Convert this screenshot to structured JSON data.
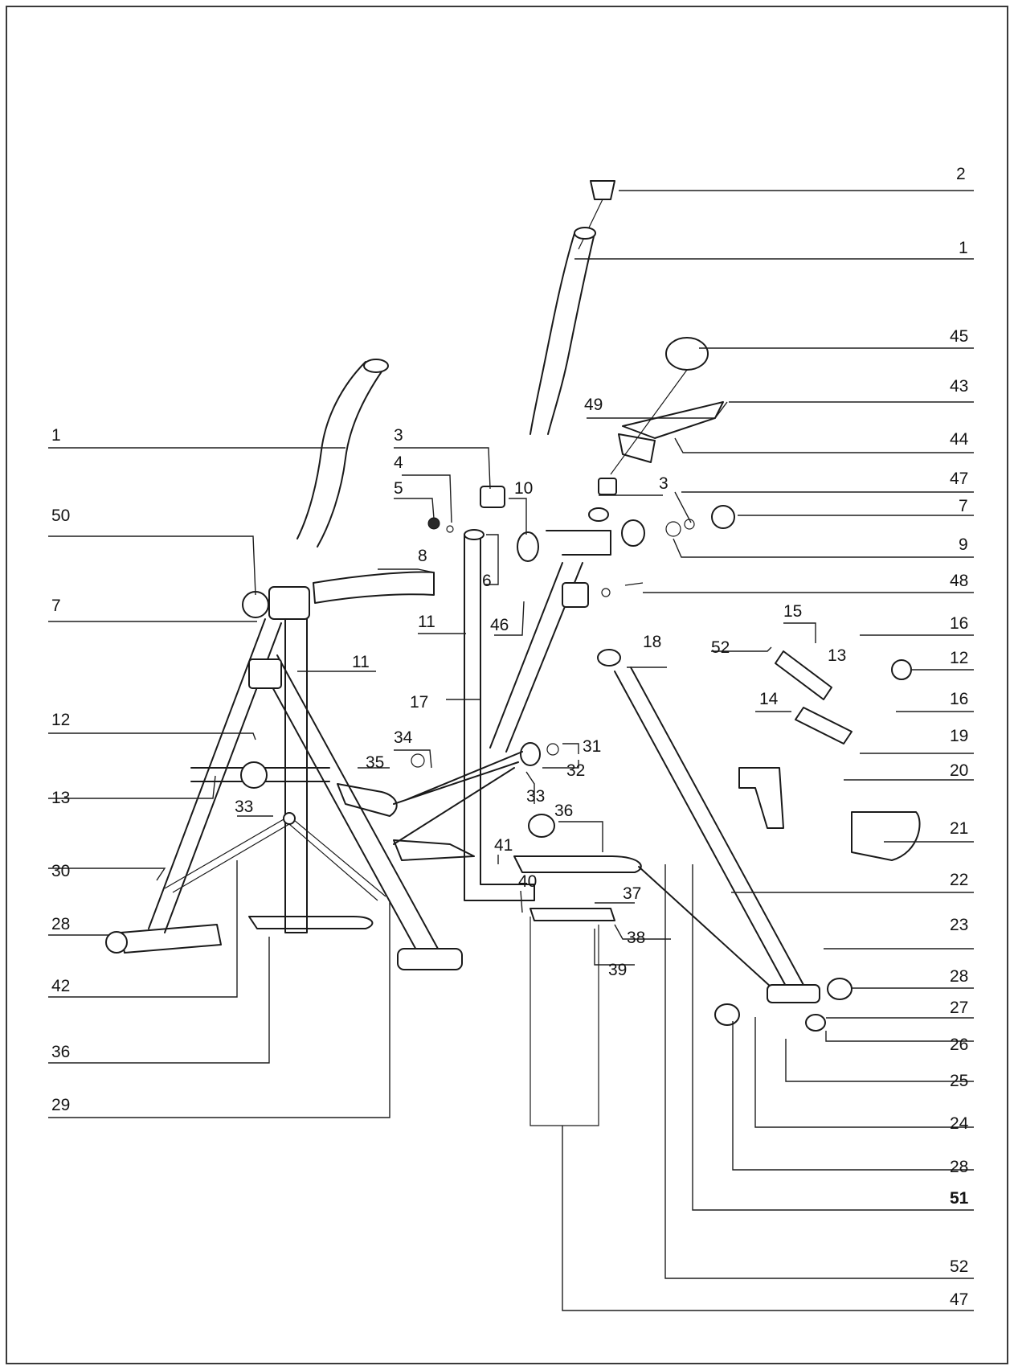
{
  "frame_color": "#3a3a3a",
  "ink_color": "#1a1a1a",
  "callouts": [
    {
      "id": "c-2",
      "text": "2"
    },
    {
      "id": "c-1-right",
      "text": "1"
    },
    {
      "id": "c-45",
      "text": "45"
    },
    {
      "id": "c-43",
      "text": "43"
    },
    {
      "id": "c-49",
      "text": "49"
    },
    {
      "id": "c-44",
      "text": "44"
    },
    {
      "id": "c-1-left",
      "text": "1"
    },
    {
      "id": "c-3-top",
      "text": "3"
    },
    {
      "id": "c-4",
      "text": "4"
    },
    {
      "id": "c-5",
      "text": "5"
    },
    {
      "id": "c-10",
      "text": "10"
    },
    {
      "id": "c-3-mid",
      "text": "3"
    },
    {
      "id": "c-47-top",
      "text": "47"
    },
    {
      "id": "c-7-right",
      "text": "7"
    },
    {
      "id": "c-50",
      "text": "50"
    },
    {
      "id": "c-8",
      "text": "8"
    },
    {
      "id": "c-9",
      "text": "9"
    },
    {
      "id": "c-6",
      "text": "6"
    },
    {
      "id": "c-48",
      "text": "48"
    },
    {
      "id": "c-7-left",
      "text": "7"
    },
    {
      "id": "c-11-center",
      "text": "11"
    },
    {
      "id": "c-46",
      "text": "46"
    },
    {
      "id": "c-15",
      "text": "15"
    },
    {
      "id": "c-16-top",
      "text": "16"
    },
    {
      "id": "c-18",
      "text": "18"
    },
    {
      "id": "c-52-top",
      "text": "52"
    },
    {
      "id": "c-13-right",
      "text": "13"
    },
    {
      "id": "c-12-right",
      "text": "12"
    },
    {
      "id": "c-11-left",
      "text": "11"
    },
    {
      "id": "c-17",
      "text": "17"
    },
    {
      "id": "c-14",
      "text": "14"
    },
    {
      "id": "c-16-mid",
      "text": "16"
    },
    {
      "id": "c-12-left",
      "text": "12"
    },
    {
      "id": "c-34",
      "text": "34"
    },
    {
      "id": "c-31",
      "text": "31"
    },
    {
      "id": "c-19",
      "text": "19"
    },
    {
      "id": "c-35",
      "text": "35"
    },
    {
      "id": "c-32",
      "text": "32"
    },
    {
      "id": "c-20",
      "text": "20"
    },
    {
      "id": "c-13-left",
      "text": "13"
    },
    {
      "id": "c-33-left",
      "text": "33"
    },
    {
      "id": "c-33-center",
      "text": "33"
    },
    {
      "id": "c-36-top",
      "text": "36"
    },
    {
      "id": "c-21",
      "text": "21"
    },
    {
      "id": "c-41",
      "text": "41"
    },
    {
      "id": "c-30",
      "text": "30"
    },
    {
      "id": "c-22",
      "text": "22"
    },
    {
      "id": "c-40",
      "text": "40"
    },
    {
      "id": "c-37",
      "text": "37"
    },
    {
      "id": "c-28-left",
      "text": "28"
    },
    {
      "id": "c-23",
      "text": "23"
    },
    {
      "id": "c-38",
      "text": "38"
    },
    {
      "id": "c-28-right-top",
      "text": "28"
    },
    {
      "id": "c-39",
      "text": "39"
    },
    {
      "id": "c-42",
      "text": "42"
    },
    {
      "id": "c-27",
      "text": "27"
    },
    {
      "id": "c-26",
      "text": "26"
    },
    {
      "id": "c-36-bottom",
      "text": "36"
    },
    {
      "id": "c-25",
      "text": "25"
    },
    {
      "id": "c-29",
      "text": "29"
    },
    {
      "id": "c-24",
      "text": "24"
    },
    {
      "id": "c-28-right-bottom",
      "text": "28"
    },
    {
      "id": "c-51",
      "text": "51"
    },
    {
      "id": "c-52-bottom",
      "text": "52"
    },
    {
      "id": "c-47-bottom",
      "text": "47"
    }
  ]
}
